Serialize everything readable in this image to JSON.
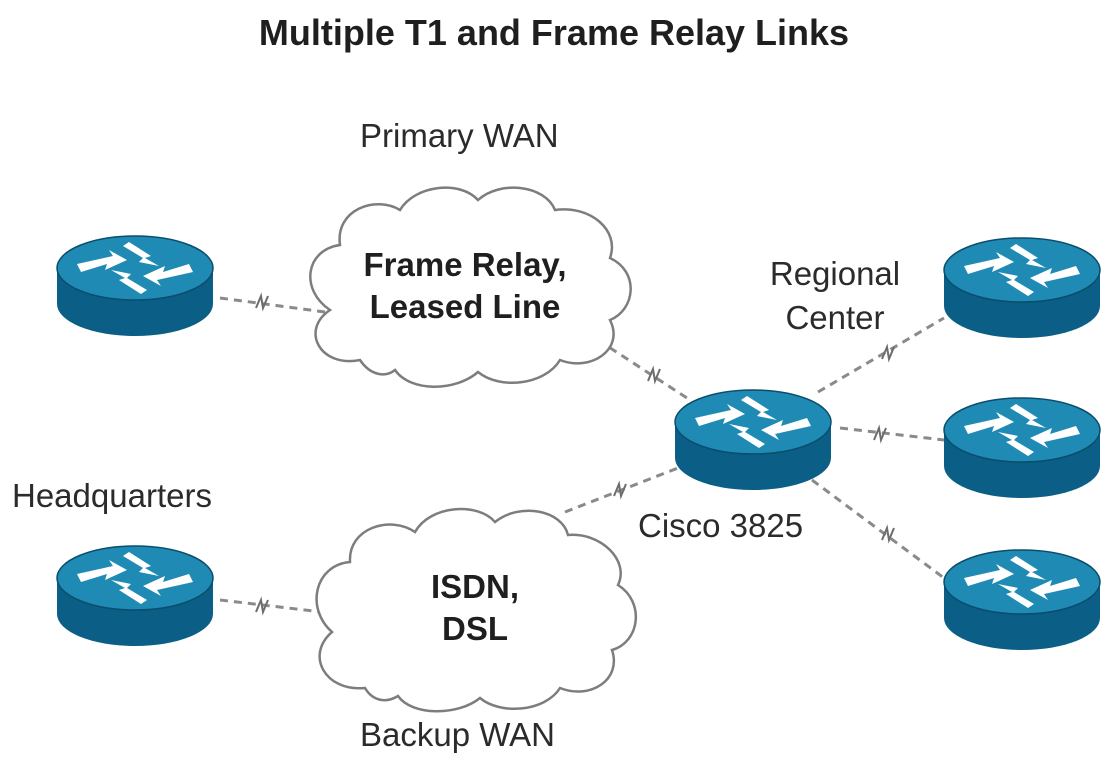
{
  "title": "Multiple T1 and Frame Relay Links",
  "primary_wan_label": "Primary WAN",
  "backup_wan_label": "Backup WAN",
  "regional_center_label": "Regional Center",
  "headquarters_label": "Headquarters",
  "cisco_label": "Cisco 3825",
  "clouds": {
    "primary": {
      "line1": "Frame Relay,",
      "line2": "Leased Line"
    },
    "backup": {
      "line1": "ISDN,",
      "line2": "DSL"
    }
  },
  "colors": {
    "router_top": "#1f8bb5",
    "router_side": "#0b5f86",
    "link_line": "#8a8a8a",
    "cloud_stroke": "#7d7d7d"
  },
  "icons": [
    "router-icon",
    "cloud-icon",
    "serial-link-icon"
  ]
}
